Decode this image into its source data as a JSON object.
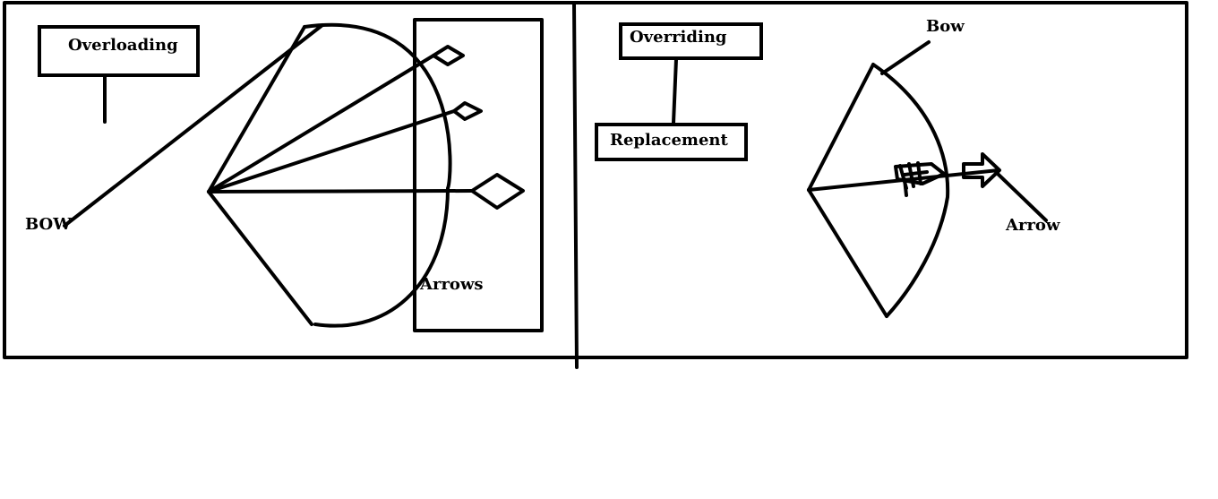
{
  "left_panel": {
    "title": "Overloading",
    "bow_label": "BOW",
    "arrows_label": "Arrows"
  },
  "right_panel": {
    "title": "Overriding",
    "replacement_label": "Replacement",
    "bow_label": "Bow",
    "arrow_label": "Arrow"
  },
  "colors": {
    "stroke": "#000000",
    "background": "#ffffff"
  }
}
